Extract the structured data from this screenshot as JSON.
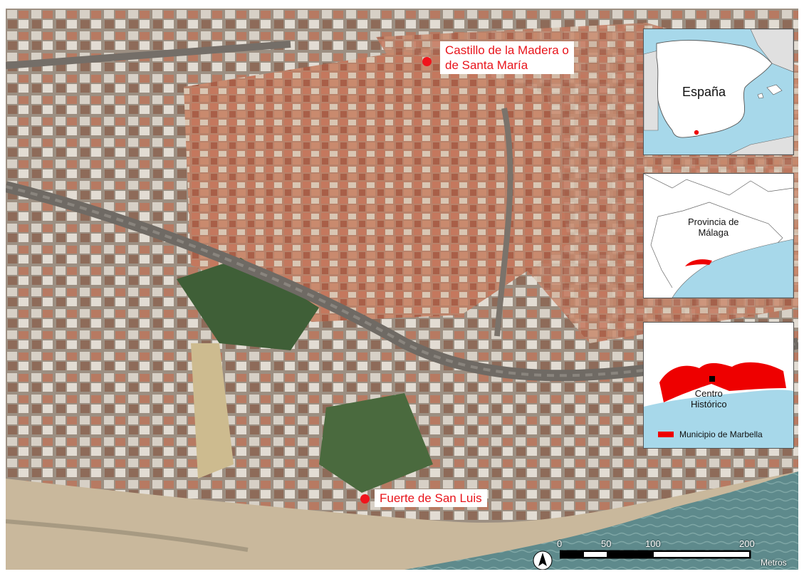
{
  "sites": [
    {
      "name": "Castillo de la Madera o de Santa María",
      "lines": [
        "Castillo de la Madera o",
        "de Santa María"
      ]
    },
    {
      "name": "Fuerte de San Luis",
      "lines": [
        "Fuerte de San Luis"
      ]
    }
  ],
  "insets": {
    "spain": {
      "label": "España"
    },
    "province": {
      "label_lines": [
        "Provincia de",
        "Málaga"
      ]
    },
    "municipality": {
      "label_lines": [
        "Centro",
        "Histórico"
      ],
      "legend": "Municipio de Marbella"
    }
  },
  "scale_bar": {
    "ticks": [
      "0",
      "50",
      "100",
      "200"
    ],
    "unit": "Metros"
  },
  "colors": {
    "highlight": "#e8141b",
    "sea_inset": "#a7d8ea",
    "land_inset": "#ffffff"
  },
  "icons": {
    "north_arrow": "north-arrow-icon"
  }
}
